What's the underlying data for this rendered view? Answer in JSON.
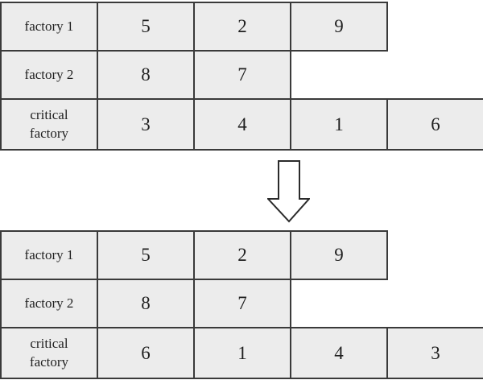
{
  "colors": {
    "cell_bg": "#ececec",
    "border": "#3a3a3a",
    "text": "#1f1f1f",
    "arrow_fill": "#ffffff",
    "arrow_stroke": "#2b2b2b"
  },
  "tables": {
    "before": {
      "name": "schedule-before",
      "rows": [
        {
          "label": "factory 1",
          "values": [
            "5",
            "2",
            "9"
          ]
        },
        {
          "label": "factory 2",
          "values": [
            "8",
            "7"
          ]
        },
        {
          "label": "critical factory",
          "values": [
            "3",
            "4",
            "1",
            "6"
          ]
        }
      ]
    },
    "after": {
      "name": "schedule-after",
      "rows": [
        {
          "label": "factory 1",
          "values": [
            "5",
            "2",
            "9"
          ]
        },
        {
          "label": "factory 2",
          "values": [
            "8",
            "7"
          ]
        },
        {
          "label": "critical factory",
          "values": [
            "6",
            "1",
            "4",
            "3"
          ]
        }
      ]
    }
  },
  "arrow": {
    "icon": "down-arrow-icon",
    "direction": "down"
  }
}
